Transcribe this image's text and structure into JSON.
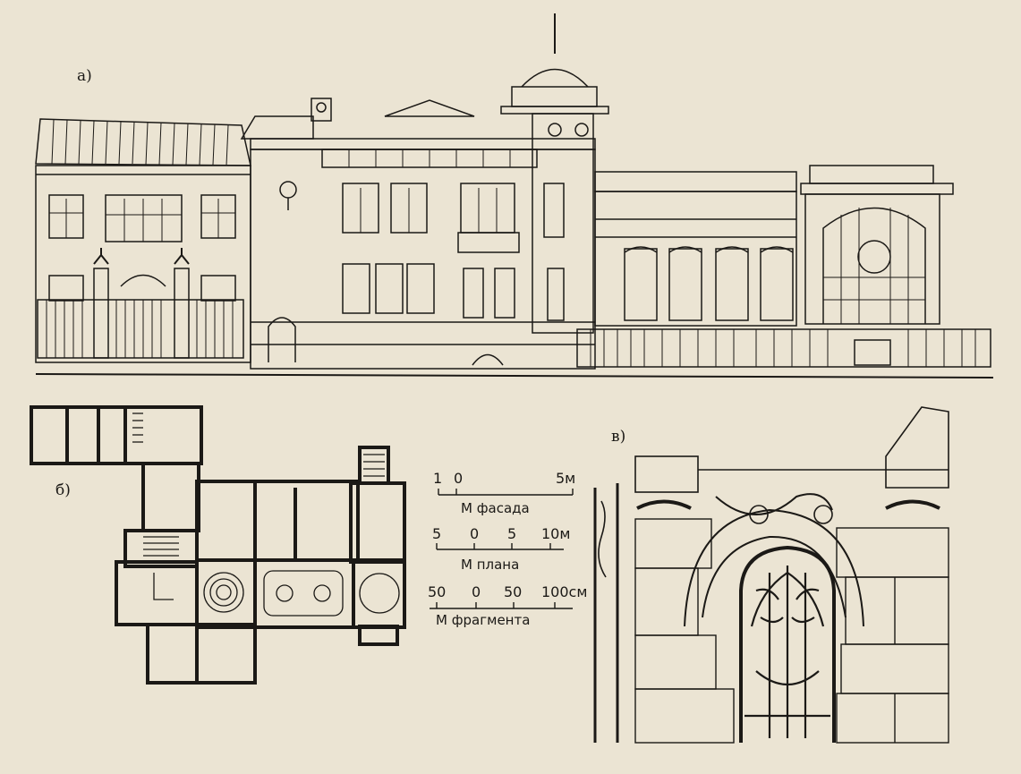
{
  "labels": {
    "facade": "а)",
    "plan": "б)",
    "fragment": "в)"
  },
  "scales": [
    {
      "ticks": [
        "1",
        "0",
        "5м"
      ],
      "caption": "М фасада"
    },
    {
      "ticks": [
        "5",
        "0",
        "5",
        "10м"
      ],
      "caption": "М плана"
    },
    {
      "ticks": [
        "50",
        "0",
        "50",
        "100см"
      ],
      "caption": "М фрагмента"
    }
  ],
  "colors": {
    "paper": "#ebe4d3",
    "ink": "#1b1916"
  }
}
